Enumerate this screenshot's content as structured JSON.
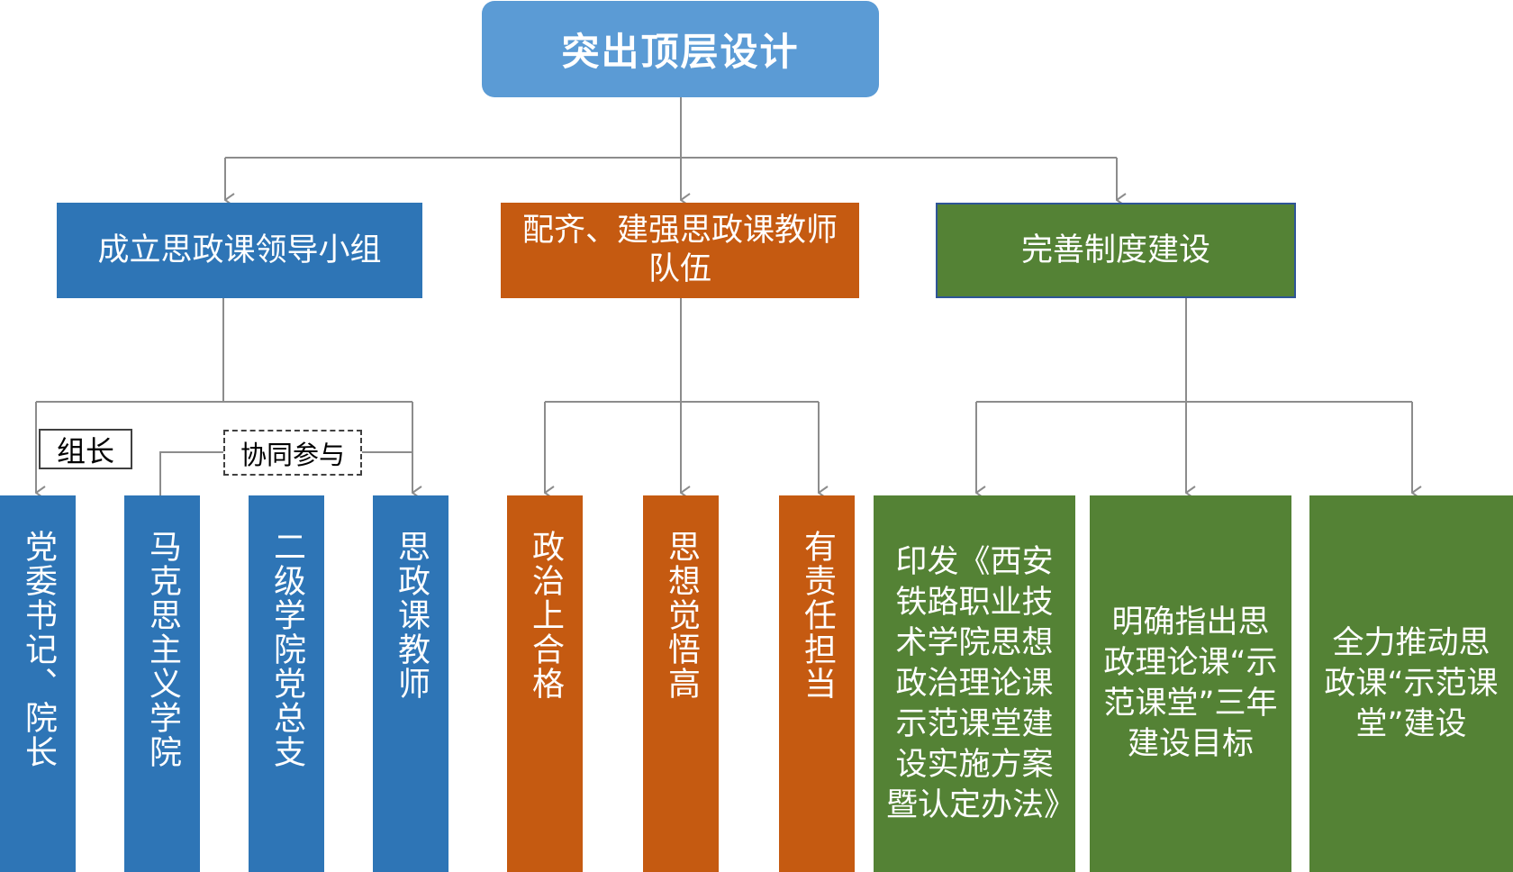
{
  "root": {
    "label": "突出顶层设计"
  },
  "branches": [
    {
      "label": "成立思政课领导小组",
      "children": [
        "党委书记、院长",
        "马克思主义学院",
        "二级学院党总支",
        "思政课教师"
      ],
      "annotations": {
        "leader": "组长",
        "cooperate": "协同参与"
      }
    },
    {
      "label": "配齐、建强思政课教师队伍",
      "children": [
        "政治上合格",
        "思想觉悟高",
        "有责任担当"
      ]
    },
    {
      "label": "完善制度建设",
      "children": [
        "印发《西安铁路职业技术学院思想政治理论课示范课堂建设实施方案暨认定办法》",
        "明确指出思政理论课“示范课堂”三年建设目标",
        "全力推动思政课“示范课堂”建设"
      ]
    }
  ],
  "colors": {
    "root_fill": "#5b9bd5",
    "blue": "#2e75b6",
    "orange": "#c55a11",
    "green": "#548235",
    "connector": "#8c8c8c"
  }
}
